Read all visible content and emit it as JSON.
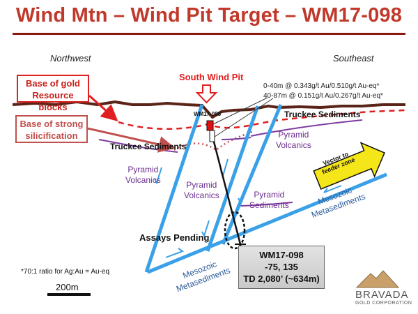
{
  "title": "Wind Mtn – Wind  Pit Target – WM17-098",
  "directions": {
    "left": "Northwest",
    "right": "Southeast"
  },
  "callouts": {
    "gold_base_line1": "Base of gold",
    "gold_base_line2": "Resource blocks",
    "silic_line1": "Base of strong",
    "silic_line2": "silicification",
    "pit": "South Wind Pit",
    "assays_pending": "Assays Pending"
  },
  "drillhole": {
    "collar_label": "WM17-098",
    "intercept1": "0-40m @ 0.343g/t Au/0.510g/t Au-eq*",
    "intercept2": "40-87m @ 0.151g/t Au/0.267g/t Au-eq*"
  },
  "units": {
    "truckee_left": "Truckee Sediments",
    "truckee_right": "Truckee Sediments",
    "pyr_volc_right_1": "Pyramid",
    "pyr_volc_right_2": "Volcanics",
    "pyr_volc_left_1": "Pyramid",
    "pyr_volc_left_2": "Volcanics",
    "pyr_volc_mid_1": "Pyramid",
    "pyr_volc_mid_2": "Volcanics",
    "pyr_sed_1": "Pyramid",
    "pyr_sed_2": "Sediments",
    "meso_right_1": "Mesozoic",
    "meso_right_2": "Metasediments",
    "meso_bottom_1": "Mesozoic",
    "meso_bottom_2": "Metasediments"
  },
  "vector": {
    "line1": "Vector to",
    "line2": "feeder zone"
  },
  "hole_box": {
    "line1": "WM17-098",
    "line2": "-75, 135",
    "line3": "TD 2,080’ (~634m)"
  },
  "footnote": "*70:1 ratio for Ag:Au = Au-eq",
  "scale": "200m",
  "logo": {
    "name": "BRAVADA",
    "sub": "GOLD CORPORATION"
  },
  "colors": {
    "title": "#c0392b",
    "gold_line": "#e02020",
    "silic_line": "#c0504d",
    "fault": "#3aa0e8",
    "purple_contact": "#7d3ca0",
    "topography": "#5a2418",
    "collar": "#e01010",
    "vector_arrow": "#f5e61a"
  }
}
